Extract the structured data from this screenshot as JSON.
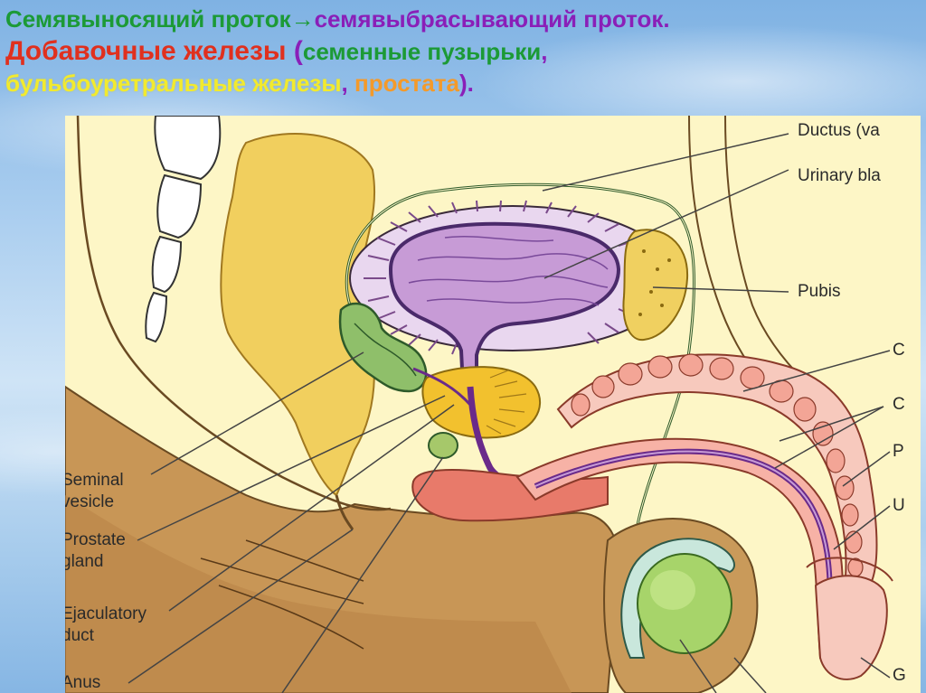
{
  "header": {
    "line1": {
      "part1": "Семявыносящий проток",
      "arrow": "→",
      "part2": "семявыбрасывающий проток."
    },
    "line2": {
      "main": "Добавочные железы",
      "open": " (",
      "seminal": "семенные пузырьки",
      "comma1": ","
    },
    "line3": {
      "bulbo": "бульбоуретральные железы",
      "comma2": ", ",
      "prostate": "простата",
      "close": ")."
    }
  },
  "labels": {
    "ductus": "Ductus (va",
    "bladder": "Urinary bla",
    "pubis": "Pubis",
    "c1": "C",
    "c2": "C",
    "p": "P",
    "u": "U",
    "g": "G",
    "seminal_vesicle_1": "Seminal",
    "seminal_vesicle_2": "vesicle",
    "prostate_1": "Prostate",
    "prostate_2": "gland",
    "ejac_1": "Ejaculatory",
    "ejac_2": "duct",
    "anus": "Anus"
  },
  "colors": {
    "title_green": "#1c9a36",
    "title_purple": "#8a1fb8",
    "title_red": "#e0301e",
    "title_yellow": "#f2ea2e",
    "title_orange": "#f49a2a",
    "bladder_fill": "#c79bd6",
    "prostate_fill": "#f2c12e",
    "seminal_vesicle_fill": "#8fbf6a",
    "testis_fill": "#a7d46a",
    "rectum_fill": "#f1cf5e",
    "skin_fill": "#c99a5a"
  }
}
